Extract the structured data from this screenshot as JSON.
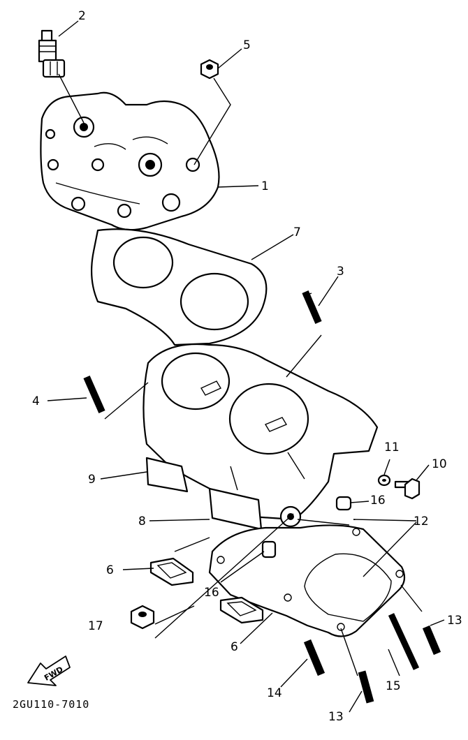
{
  "callouts": {
    "c1": "1",
    "c2": "2",
    "c3": "3",
    "c4": "4",
    "c5": "5",
    "c6a": "6",
    "c6b": "6",
    "c7": "7",
    "c8": "8",
    "c9": "9",
    "c10": "10",
    "c11": "11",
    "c12": "12",
    "c13a": "13",
    "c13b": "13",
    "c14": "14",
    "c15": "15",
    "c16a": "16",
    "c16b": "16",
    "c17": "17"
  },
  "fwd_label": "FWD",
  "diagram_code": "2GU110-7010",
  "colors": {
    "line": "#000000",
    "background": "#ffffff"
  }
}
